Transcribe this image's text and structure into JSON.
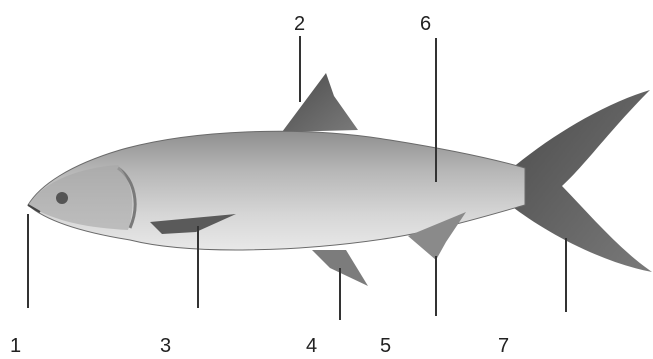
{
  "labels": {
    "n1": "1",
    "n2": "2",
    "n3": "3",
    "n4": "4",
    "n5": "5",
    "n6": "6",
    "n7": "7"
  },
  "colors": {
    "body": "#b9b9b9",
    "belly": "#dcdcdc",
    "fin": "#5c5c5c",
    "outline": "#4a4a4a",
    "line": "#333333"
  }
}
